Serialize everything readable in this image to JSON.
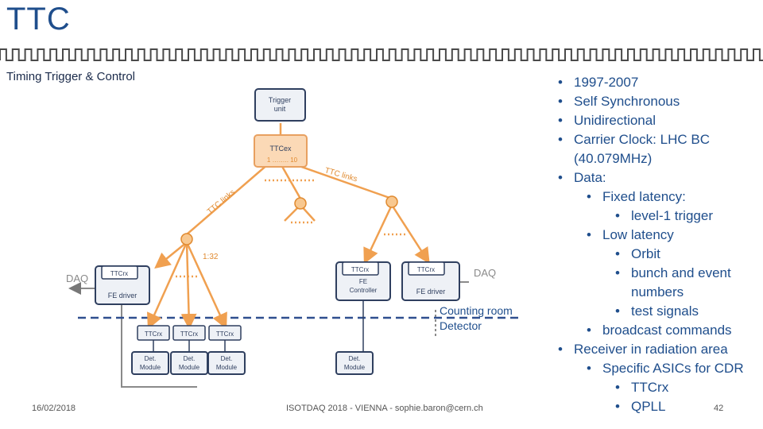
{
  "slide": {
    "title": "TTC",
    "subtitle": "Timing Trigger & Control",
    "footer_date": "16/02/2018",
    "footer_center": "ISOTDAQ 2018 - VIENNA - sophie.baron@cern.ch",
    "page_number": "42"
  },
  "diagram": {
    "trigger_unit": "Trigger\nunit",
    "ttcex": "TTCex",
    "ttcex_range": "1 …….. 10",
    "ttc_links_left": "TTC links",
    "ttc_links_right": "TTC links",
    "split_ratio": "1:32",
    "daq_left": "DAQ",
    "daq_right": "DAQ",
    "ttcrx": "TTCrx",
    "fe_driver": "FE driver",
    "fe_controller": "FE\nController",
    "counting_room": "Counting room",
    "detector": "Detector",
    "det_module": "Det.\nModule"
  },
  "bullets": [
    {
      "level": 0,
      "text": "1997-2007"
    },
    {
      "level": 0,
      "text": "Self Synchronous"
    },
    {
      "level": 0,
      "text": "Unidirectional"
    },
    {
      "level": 0,
      "text": "Carrier Clock: LHC BC"
    },
    {
      "level": 0,
      "text": "(40.079MHz)",
      "continuation": true
    },
    {
      "level": 0,
      "text": "Data:"
    },
    {
      "level": 1,
      "text": "Fixed latency:"
    },
    {
      "level": 2,
      "text": "level-1 trigger"
    },
    {
      "level": 1,
      "text": "Low latency"
    },
    {
      "level": 2,
      "text": "Orbit"
    },
    {
      "level": 2,
      "text": "bunch and event"
    },
    {
      "level": 2,
      "text": "numbers",
      "continuation": true
    },
    {
      "level": 2,
      "text": "test signals"
    },
    {
      "level": 1,
      "text": "broadcast commands"
    },
    {
      "level": 0,
      "text": "Receiver in radiation area"
    },
    {
      "level": 1,
      "text": "Specific ASICs for CDR"
    },
    {
      "level": 2,
      "text": "TTCrx"
    },
    {
      "level": 2,
      "text": "QPLL"
    }
  ],
  "colors": {
    "accent": "#1f4e8c",
    "orange": "#f0a050",
    "box_fill": "#eef1f6",
    "box_border": "#2f3f5f"
  }
}
